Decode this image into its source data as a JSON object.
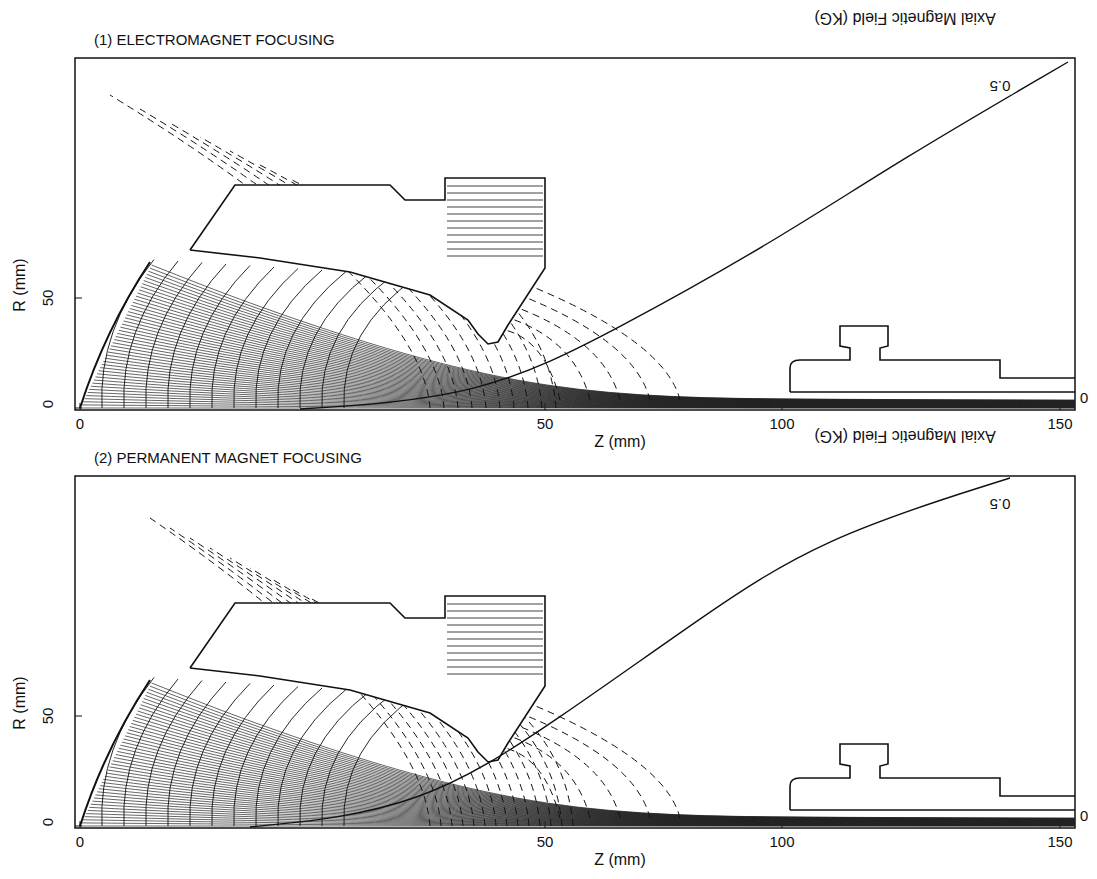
{
  "diagram": {
    "labels": [
      "Axial Magnetic Field (KG)",
      "0.5",
      "(1) ELECTROMAGNET FOCUSING",
      "50",
      "R (mm)",
      "0",
      "0",
      "50",
      "100",
      "150",
      "0",
      "Z (mm)",
      "Axial Magnetic Field (KG)",
      "0.5",
      "(2) PERMANENT MAGNET FOCUSING",
      "50",
      "R (mm)",
      "0",
      "0",
      "50",
      "100",
      "150",
      "0",
      "Z (mm)"
    ]
  }
}
